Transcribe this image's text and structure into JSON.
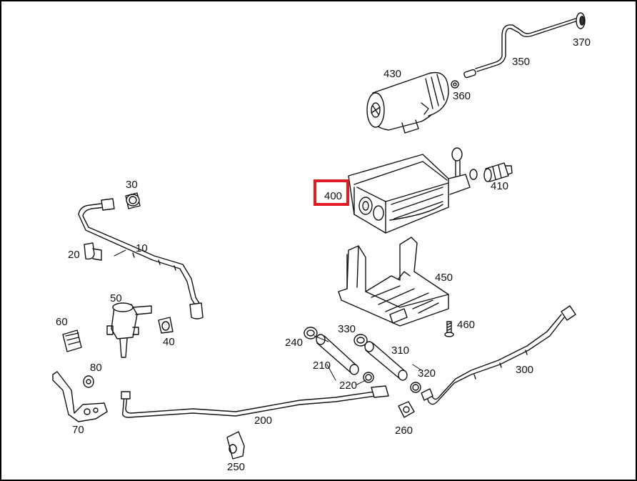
{
  "diagram": {
    "highlighted_part": "400",
    "highlight_color": "#e01b24",
    "line_color": "#111111",
    "part_numbers": {
      "p10": "10",
      "p20": "20",
      "p30": "30",
      "p40": "40",
      "p50": "50",
      "p60": "60",
      "p70": "70",
      "p80": "80",
      "p200": "200",
      "p210": "210",
      "p220": "220",
      "p240": "240",
      "p250": "250",
      "p260": "260",
      "p300": "300",
      "p310": "310",
      "p320": "320",
      "p330": "330",
      "p350": "350",
      "p360": "360",
      "p370": "370",
      "p400": "400",
      "p410": "410",
      "p430": "430",
      "p450": "450",
      "p460": "460"
    }
  }
}
